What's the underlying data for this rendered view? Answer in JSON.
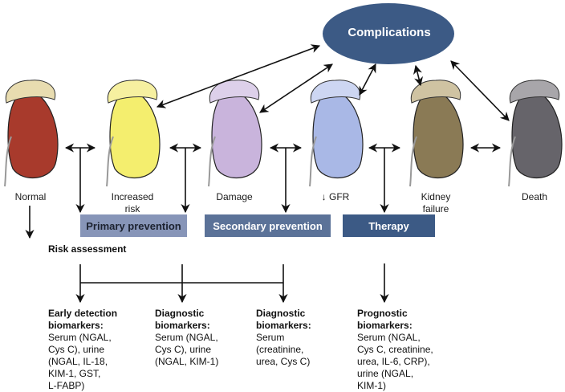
{
  "complications": {
    "label": "Complications",
    "color": "#3c5a85"
  },
  "stages": [
    {
      "id": "normal",
      "label_lines": [
        "Normal"
      ],
      "color": "#a83a2c",
      "cap": "#e8dcb0"
    },
    {
      "id": "increased-risk",
      "label_lines": [
        "Increased",
        "risk"
      ],
      "color": "#f4ee6e",
      "cap": "#f6f0a0"
    },
    {
      "id": "damage",
      "label_lines": [
        "Damage"
      ],
      "color": "#c9b4dc",
      "cap": "#ddd0ea"
    },
    {
      "id": "gfr",
      "label_lines": [
        "↓ GFR"
      ],
      "color": "#a9b8e6",
      "cap": "#cdd6f2"
    },
    {
      "id": "kidney-failure",
      "label_lines": [
        "Kidney",
        "failure"
      ],
      "color": "#8a7a55",
      "cap": "#cfc3a2"
    },
    {
      "id": "death",
      "label_lines": [
        "Death"
      ],
      "color": "#66646a",
      "cap": "#a8a6aa"
    }
  ],
  "boxes": {
    "primary": "Primary prevention",
    "secondary": "Secondary prevention",
    "therapy": "Therapy"
  },
  "risk_assessment": "Risk assessment",
  "biomarkers": [
    {
      "title_lines": [
        "Early detection",
        "biomarkers:"
      ],
      "body_lines": [
        "Serum (NGAL,",
        "Cys C), urine",
        "(NGAL, IL-18,",
        "KIM-1, GST,",
        "L-FABP)"
      ]
    },
    {
      "title_lines": [
        "Diagnostic",
        "biomarkers:"
      ],
      "body_lines": [
        "Serum (NGAL,",
        "Cys C), urine",
        "(NGAL, KIM-1)"
      ]
    },
    {
      "title_lines": [
        "Diagnostic",
        "biomarkers:"
      ],
      "body_lines": [
        "Serum",
        "(creatinine,",
        "urea, Cys C)"
      ]
    },
    {
      "title_lines": [
        "Prognostic",
        "biomarkers:"
      ],
      "body_lines": [
        "Serum (NGAL,",
        "Cys C, creatinine,",
        "urea, IL-6, CRP),",
        "urine (NGAL,",
        "KIM-1)"
      ]
    }
  ]
}
